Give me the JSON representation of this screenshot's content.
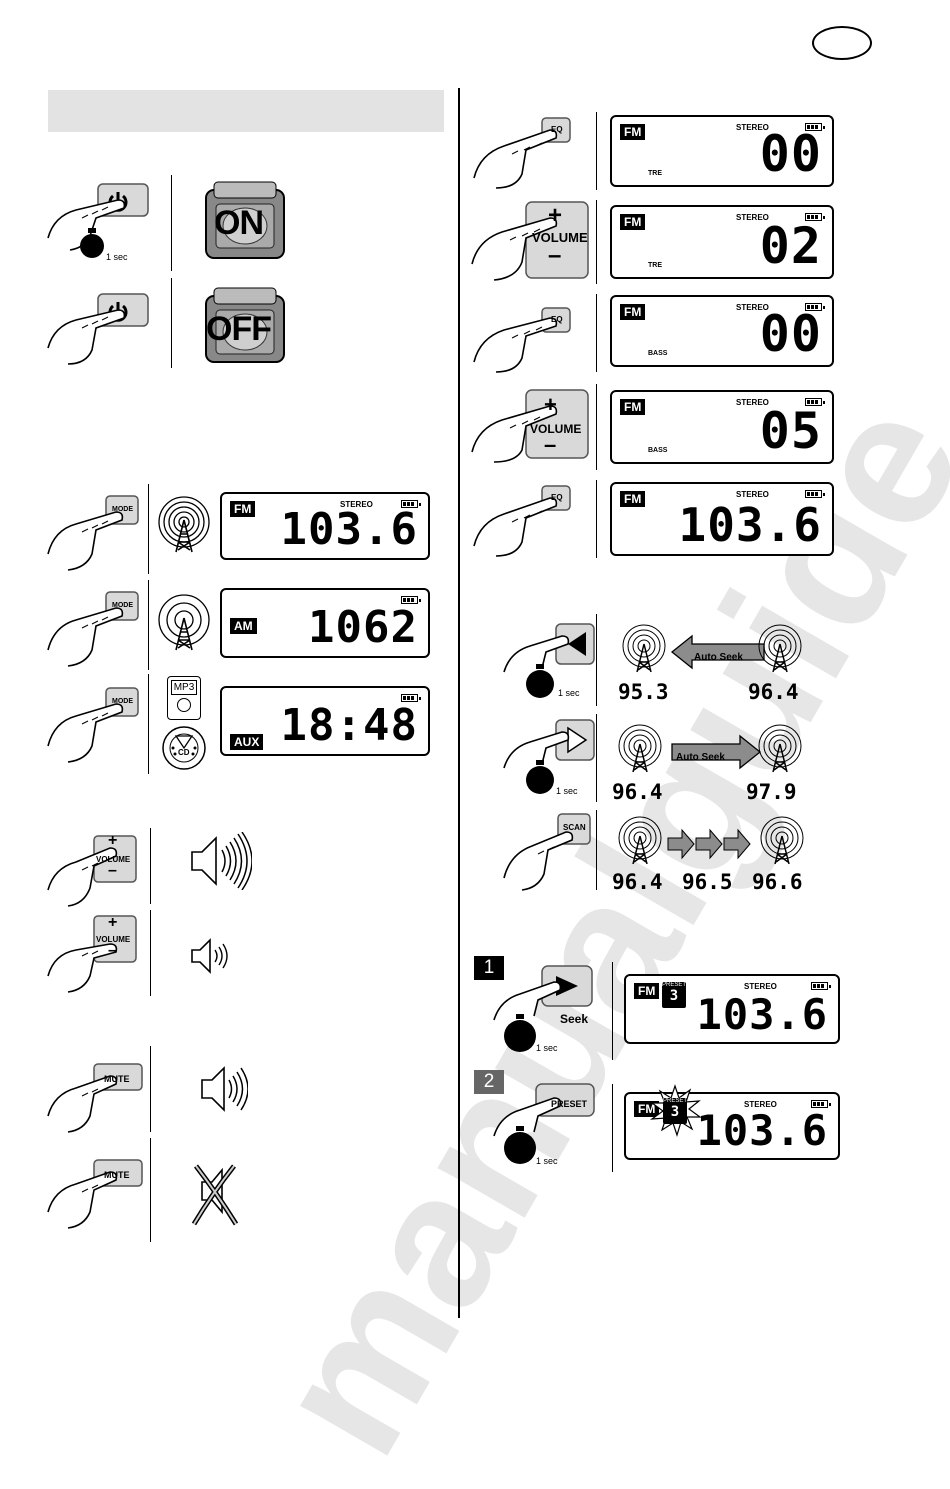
{
  "page": {
    "header_bar_text": "",
    "watermark": "manualguide"
  },
  "power": {
    "on_label": "ON",
    "off_label": "OFF",
    "hold_time": "1 sec"
  },
  "mode": {
    "button_label": "MODE",
    "fm": {
      "band": "FM",
      "stereo": "STEREO",
      "digits": "103.6"
    },
    "am": {
      "band": "AM",
      "digits": "1062"
    },
    "aux": {
      "band": "AUX",
      "digits": "18:48"
    },
    "mp3_label": "MP3",
    "cd_label": "CD"
  },
  "volume": {
    "plus": "+",
    "label": "VOLUME",
    "minus": "–"
  },
  "mute": {
    "label": "MUTE"
  },
  "eq": {
    "button_label": "EQ",
    "steps": [
      {
        "band": "FM",
        "stereo": "STEREO",
        "sub": "TRE",
        "digits": "00"
      },
      {
        "band": "FM",
        "stereo": "STEREO",
        "sub": "TRE",
        "digits": "02"
      },
      {
        "band": "FM",
        "stereo": "STEREO",
        "sub": "BASS",
        "digits": "00"
      },
      {
        "band": "FM",
        "stereo": "STEREO",
        "sub": "BASS",
        "digits": "05"
      },
      {
        "band": "FM",
        "stereo": "STEREO",
        "sub": "",
        "digits": "103.6"
      }
    ]
  },
  "seek": {
    "auto_seek": "Auto Seek",
    "hold_time": "1 sec",
    "scan_label": "SCAN",
    "down": {
      "from": "95.3",
      "to": "96.4"
    },
    "up": {
      "from": "96.4",
      "to": "97.9"
    },
    "scan": {
      "f1": "96.4",
      "f2": "96.5",
      "f3": "96.6"
    }
  },
  "preset": {
    "step1": "1",
    "step2": "2",
    "seek_label": "Seek",
    "hold_time": "1 sec",
    "button_label": "PRESET",
    "preset_word": "PRESET",
    "preset_num": "3",
    "band": "FM",
    "stereo": "STEREO",
    "digits": "103.6"
  },
  "colors": {
    "header_bar": "#e3e3e3",
    "button": "#d9d9d9",
    "arrow_gray": "#8c8c8c",
    "watermark": "#e6e6e6"
  }
}
